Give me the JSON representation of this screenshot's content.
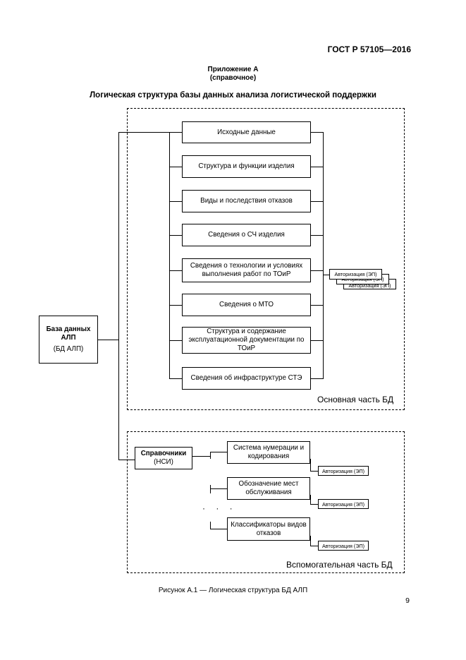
{
  "header": {
    "standard": "ГОСТ Р 57105—2016"
  },
  "appendix": {
    "title": "Приложение А",
    "subtitle": "(справочное)"
  },
  "figure_title": "Логическая структура базы данных анализа логистической поддержки",
  "root": {
    "line1": "База данных",
    "line2": "АЛП",
    "line3": "(БД АЛП)"
  },
  "main_part": {
    "label": "Основная часть БД",
    "items": [
      "Исходные данные",
      "Структура и функции изделия",
      "Виды и последствия отказов",
      "Сведения о СЧ изделия",
      "Сведения о технологии и условиях выполнения работ по ТОиР",
      "Сведения о МТО",
      "Структура и содержание эксплуатационной документации по ТОиР",
      "Сведения об инфраструктуре СТЭ"
    ],
    "auth": [
      "Авторизация (ЭП)",
      "Авторизация (ЭП)",
      "Авторизация (ЭП)"
    ]
  },
  "aux_part": {
    "label": "Вспомогательная часть БД",
    "ref": {
      "line1": "Справочники",
      "line2": "(НСИ)"
    },
    "items": [
      {
        "label": "Система нумерации и кодирования",
        "auth": "Авторизация (ЭП)"
      },
      {
        "label": "Обозначение мест обслуживания",
        "auth": "Авторизация (ЭП)"
      },
      {
        "label": "Классификаторы видов отказов",
        "auth": "Авторизация (ЭП)"
      }
    ],
    "ellipsis": "· · ·"
  },
  "caption": "Рисунок А.1 — Логическая структура БД АЛП",
  "page_number": "9"
}
